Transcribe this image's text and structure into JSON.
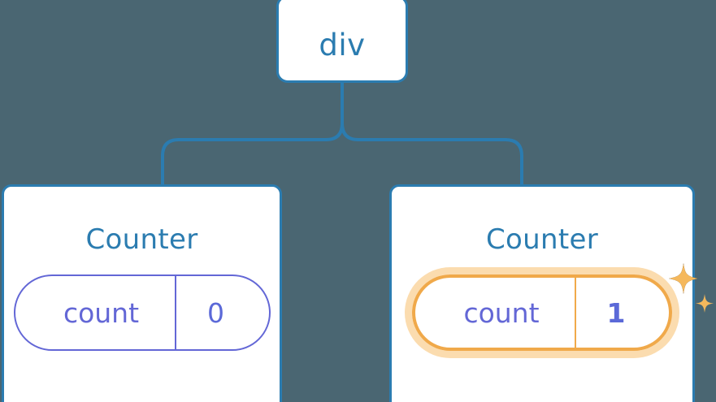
{
  "canvas": {
    "background_color": "#4a6672",
    "accent_blue": "#2b7cb0",
    "accent_indigo": "#6367d6",
    "highlight_orange": "#f0a94a",
    "highlight_glow": "#fbdcaf",
    "card_background": "#ffffff"
  },
  "tree": {
    "root": {
      "label": "div"
    },
    "children": [
      {
        "title": "Counter",
        "state": {
          "key": "count",
          "value": "0",
          "highlighted": false
        }
      },
      {
        "title": "Counter",
        "state": {
          "key": "count",
          "value": "1",
          "highlighted": true
        },
        "decoration": "sparkles-icon"
      }
    ]
  }
}
